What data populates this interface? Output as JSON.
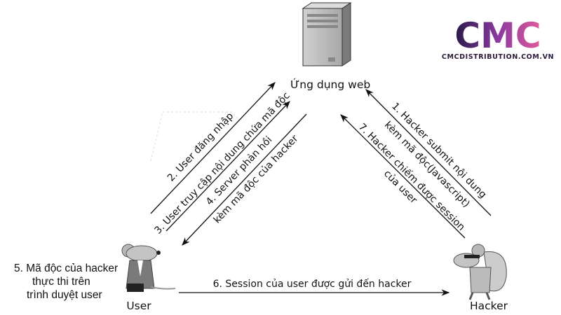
{
  "server": {
    "label": "Ứng dụng web"
  },
  "steps": {
    "s1": {
      "line1": "1. Hacker submit nội dung",
      "line2": "kèm mã độc(Javascript)"
    },
    "s2": {
      "line1": "2. User đăng nhập"
    },
    "s3": {
      "line1": "3. User truy cập nội dung chứa mã độc"
    },
    "s4": {
      "line1": "4. Server phản hồi",
      "line2": "kèm mã độc của hacker"
    },
    "s5": {
      "line1": "5. Mã độc của hacker",
      "line2": "thực thi trên",
      "line3": "trình duyệt user"
    },
    "s6": {
      "line1": "6. Session của user được gửi đến hacker"
    },
    "s7": {
      "line1": "7. Hacker chiếm được session",
      "line2": "của user"
    }
  },
  "actors": {
    "user": "User",
    "hacker": "Hacker"
  },
  "logo": {
    "brand": "CMC",
    "site": "CMCDISTRIBUTION.COM.VN",
    "colors": [
      "#2a1a4a",
      "#8a3aa0",
      "#e05a9a"
    ]
  }
}
